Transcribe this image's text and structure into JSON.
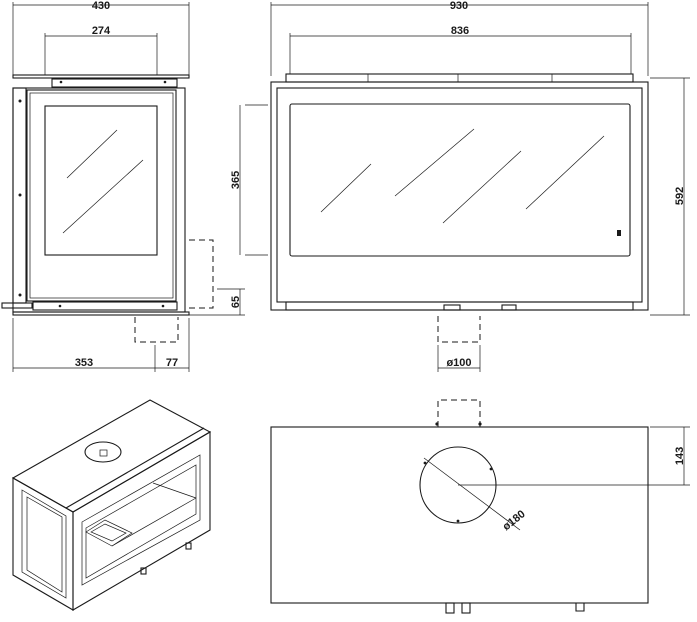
{
  "dimensions": {
    "side_width": "430",
    "side_flue_offset": "274",
    "front_width": "930",
    "front_flue_span": "836",
    "glass_height": "365",
    "flue_height_offset": "65",
    "total_height": "592",
    "side_depth_front": "353",
    "side_depth_rear": "77",
    "flue_diameter": "ø100",
    "top_flue_offset": "143",
    "top_opening_diameter": "ø180"
  }
}
